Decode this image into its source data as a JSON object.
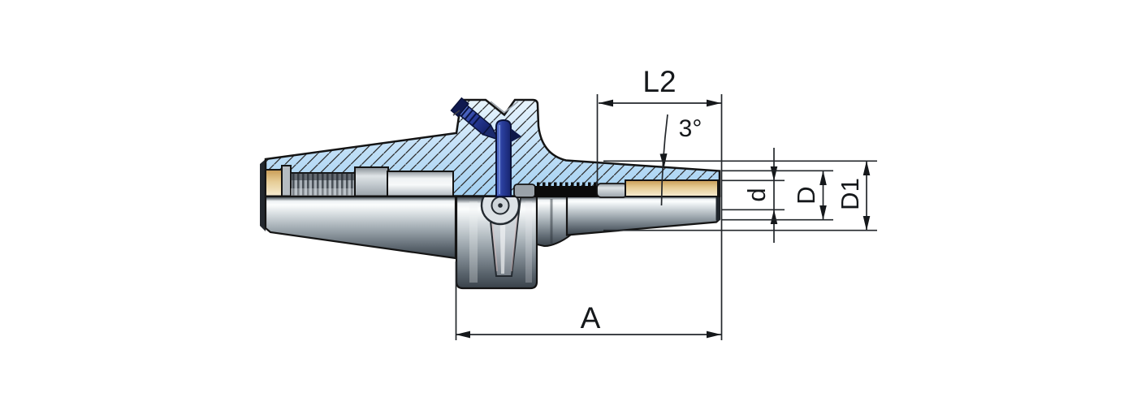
{
  "figure": {
    "type": "technical-drawing-half-section-tool-holder",
    "labels": {
      "l2": "L2",
      "angle": "3°",
      "a": "A",
      "d_small": "d",
      "d_cap": "D",
      "d1": "D1"
    },
    "colors": {
      "section_fill_top": "#e9f5fd",
      "section_fill_bottom": "#a3d0f1",
      "hatch_line": "#2f2f2f",
      "steel_highlight": "#fbfdfd",
      "steel_shadow": "#39424a",
      "brass_bore": "#ecd7a4",
      "coolant_blue": "#27398f",
      "outline": "#141414",
      "dimension_line": "#23272b",
      "background": "#ffffff"
    }
  }
}
